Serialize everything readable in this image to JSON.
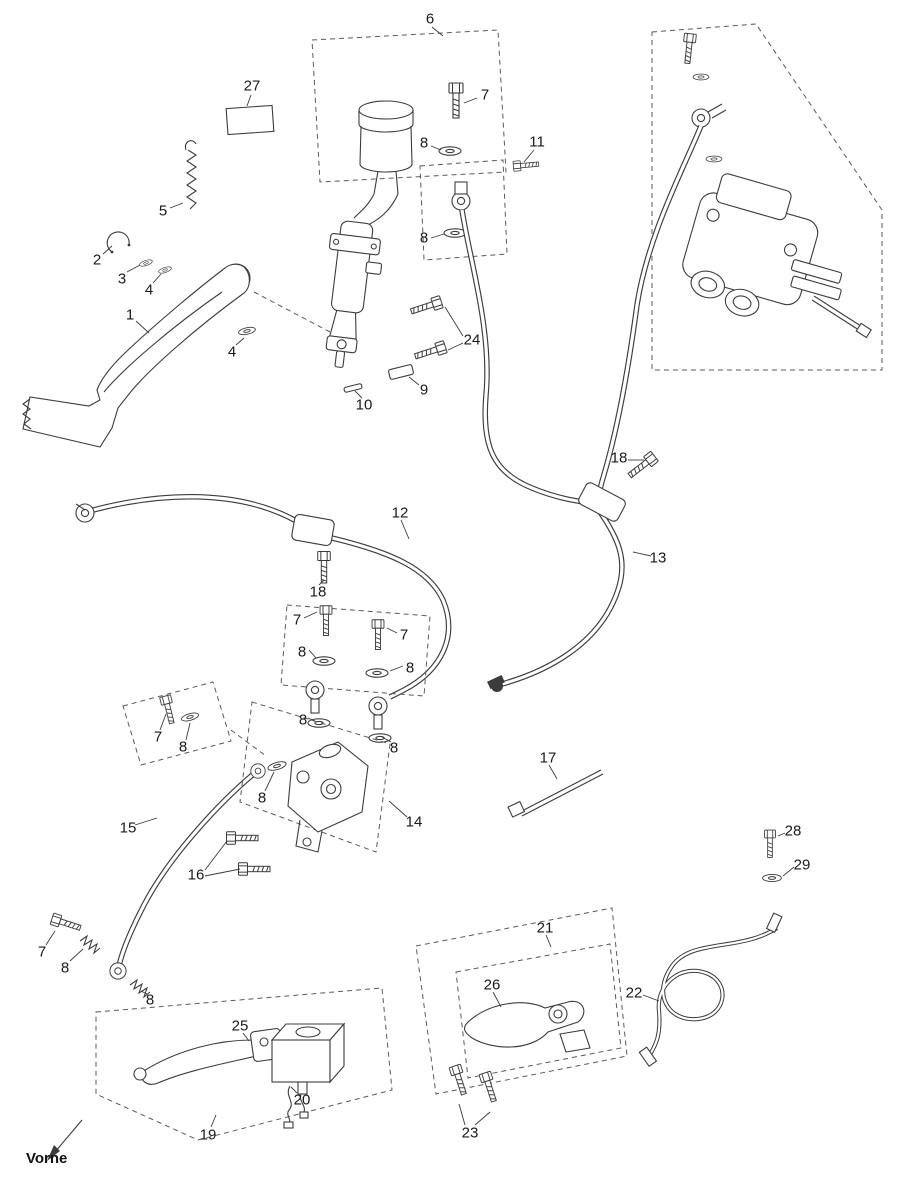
{
  "diagram": {
    "direction_label": "Vorne",
    "colors": {
      "line": "#3c3c3c",
      "background": "#ffffff",
      "text": "#1a1a1a"
    },
    "callouts": {
      "c6": "6",
      "c27": "27",
      "c7_top": "7",
      "c8_res_upper": "8",
      "c11": "11",
      "c5": "5",
      "c2": "2",
      "c3": "3",
      "c4a": "4",
      "c8_res_lower": "8",
      "c1": "1",
      "c4b": "4",
      "c24": "24",
      "c9": "9",
      "c10": "10",
      "c18_right": "18",
      "c12": "12",
      "c13": "13",
      "c18_mid": "18",
      "c7_mid_left": "7",
      "c7_mid_right": "7",
      "c8_l_upper": "8",
      "c8_r_upper": "8",
      "c7_box": "7",
      "c8_box": "8",
      "c8_l_lower": "8",
      "c8_r_lower": "8",
      "c8_junction": "8",
      "c14": "14",
      "c17": "17",
      "c15": "15",
      "c16": "16",
      "c28": "28",
      "c29": "29",
      "c7_bl": "7",
      "c8_bl1": "8",
      "c8_bl2": "8",
      "c21": "21",
      "c26": "26",
      "c22": "22",
      "c25": "25",
      "c20": "20",
      "c19": "19",
      "c23": "23"
    }
  }
}
